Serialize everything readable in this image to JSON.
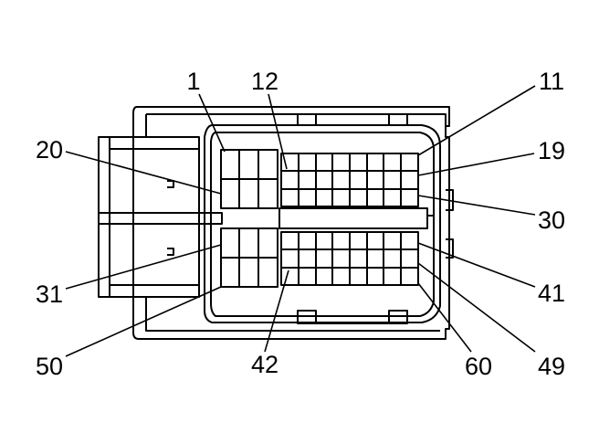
{
  "diagram": {
    "kind": "connector-face",
    "pin_labels": {
      "p1": "1",
      "p12": "12",
      "p11": "11",
      "p20": "20",
      "p19": "19",
      "p30": "30",
      "p31": "31",
      "p41": "41",
      "p50": "50",
      "p42": "42",
      "p60": "60",
      "p49": "49"
    },
    "colors": {
      "stroke": "#000000",
      "background": "#ffffff"
    }
  }
}
